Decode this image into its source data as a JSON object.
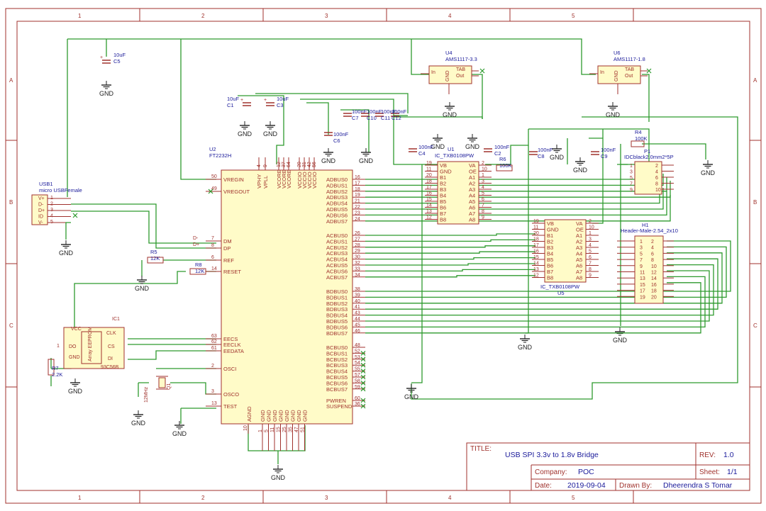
{
  "frame": {
    "columns": [
      "1",
      "2",
      "3",
      "4",
      "5"
    ],
    "rows": [
      "A",
      "B",
      "C"
    ]
  },
  "title_block": {
    "title_label": "TITLE:",
    "title": "USB SPI 3.3v to 1.8v Bridge",
    "rev_label": "REV:",
    "rev": "1.0",
    "company_label": "Company:",
    "company": "POC",
    "sheet_label": "Sheet:",
    "sheet": "1/1",
    "date_label": "Date:",
    "date": "2019-09-04",
    "drawn_label": "Drawn By:",
    "drawn_by": "Dheerendra S Tomar"
  },
  "parts": {
    "c5": {
      "name": "C5",
      "value": "10uF"
    },
    "c1": {
      "name": "C1",
      "value": "10uF"
    },
    "c3": {
      "name": "C3",
      "value": "10uF"
    },
    "c6": {
      "name": "C6",
      "value": "100nF"
    },
    "c7": {
      "name": "C7",
      "value": "100nF"
    },
    "c10": {
      "name": "C10",
      "value": "100nF"
    },
    "c11": {
      "name": "C11",
      "value": "100nF"
    },
    "c12": {
      "name": "C12",
      "value": "100nF"
    },
    "c4": {
      "name": "C4",
      "value": "100nF"
    },
    "c2": {
      "name": "C2",
      "value": "100nF"
    },
    "c8": {
      "name": "C8",
      "value": "100nF"
    },
    "c9": {
      "name": "C9",
      "value": "100nF"
    },
    "u4": {
      "name": "U4",
      "value": "AMS1117-3.3"
    },
    "u6": {
      "name": "U6",
      "value": "AMS1117-1.8"
    },
    "u2": {
      "name": "U2",
      "value": "FT2232H"
    },
    "u1": {
      "name": "U1",
      "value": "IC_TXB0108PW"
    },
    "u5": {
      "name": "U5",
      "value": "IC_TXB0108PW"
    },
    "r4": {
      "name": "R4",
      "value": "100K"
    },
    "r5": {
      "name": "R5",
      "value": "12K"
    },
    "r6": {
      "name": "R6",
      "value": "100K"
    },
    "r7": {
      "name": "R7",
      "value": "2.2K"
    },
    "r8": {
      "name": "R8",
      "value": "12K"
    },
    "p1": {
      "name": "P1",
      "value": "IDCblack2.0mm2*5P"
    },
    "h1": {
      "name": "H1",
      "value": "Header-Male-2.54_2x10"
    },
    "usb1": {
      "name": "USB1",
      "value": "micro USBFemale"
    },
    "ic1": {
      "name": "IC1",
      "value": "93C56B"
    },
    "q1": {
      "name": "Q1",
      "value": "12MHz"
    }
  },
  "regulator": {
    "pins": {
      "in": "In",
      "tab": "TAB",
      "out": "Out",
      "gnd": "GND"
    }
  },
  "usb_pins": [
    "V+",
    "D-",
    "D+",
    "ID",
    "V-"
  ],
  "gnd_label": "GND",
  "ft2232": {
    "left_pins": [
      {
        "num": "50",
        "name": "VREGIN"
      },
      {
        "num": "49",
        "name": "VREGOUT"
      },
      {
        "num": "7",
        "name": "DM"
      },
      {
        "num": "8",
        "name": "DP"
      },
      {
        "num": "6",
        "name": "REF"
      },
      {
        "num": "14",
        "name": "RESET"
      },
      {
        "num": "63",
        "name": "EECS"
      },
      {
        "num": "62",
        "name": "EECLK"
      },
      {
        "num": "61",
        "name": "EEDATA"
      },
      {
        "num": "2",
        "name": "OSCI"
      },
      {
        "num": "3",
        "name": "OSCO"
      },
      {
        "num": "13",
        "name": "TEST"
      }
    ],
    "top_pins": [
      {
        "num": "4",
        "name": "VPHY"
      },
      {
        "num": "9",
        "name": "VPLL"
      },
      {
        "num": "12",
        "name": "VCORE"
      },
      {
        "num": "37",
        "name": "VCORE"
      },
      {
        "num": "64",
        "name": "VCORE"
      },
      {
        "num": "20",
        "name": "VCCIO"
      },
      {
        "num": "31",
        "name": "VCCIO"
      },
      {
        "num": "42",
        "name": "VCCIO"
      },
      {
        "num": "56",
        "name": "VCCIO"
      }
    ],
    "right_pins": [
      {
        "num": "16",
        "name": "ADBUS0"
      },
      {
        "num": "17",
        "name": "ADBUS1"
      },
      {
        "num": "18",
        "name": "ADBUS2"
      },
      {
        "num": "19",
        "name": "ADBUS3"
      },
      {
        "num": "21",
        "name": "ADBUS4"
      },
      {
        "num": "22",
        "name": "ADBUS5"
      },
      {
        "num": "23",
        "name": "ADBUS6"
      },
      {
        "num": "24",
        "name": "ADBUS7"
      },
      {
        "num": "26",
        "name": "ACBUS0"
      },
      {
        "num": "27",
        "name": "ACBUS1"
      },
      {
        "num": "28",
        "name": "ACBUS2"
      },
      {
        "num": "29",
        "name": "ACBUS3"
      },
      {
        "num": "30",
        "name": "ACBUS4"
      },
      {
        "num": "32",
        "name": "ACBUS5"
      },
      {
        "num": "33",
        "name": "ACBUS6"
      },
      {
        "num": "34",
        "name": "ACBUS7"
      },
      {
        "num": "38",
        "name": "BDBUS0"
      },
      {
        "num": "39",
        "name": "BDBUS1"
      },
      {
        "num": "40",
        "name": "BDBUS2"
      },
      {
        "num": "41",
        "name": "BDBUS3"
      },
      {
        "num": "43",
        "name": "BDBUS4"
      },
      {
        "num": "44",
        "name": "BDBUS5"
      },
      {
        "num": "45",
        "name": "BDBUS6"
      },
      {
        "num": "46",
        "name": "BDBUS7"
      },
      {
        "num": "48",
        "name": "BCBUS0"
      },
      {
        "num": "52",
        "name": "BCBUS1"
      },
      {
        "num": "53",
        "name": "BCBUS2"
      },
      {
        "num": "54",
        "name": "BCBUS3"
      },
      {
        "num": "55",
        "name": "BCBUS4"
      },
      {
        "num": "57",
        "name": "BCBUS5"
      },
      {
        "num": "58",
        "name": "BCBUS6"
      },
      {
        "num": "59",
        "name": "BCBUS7"
      },
      {
        "num": "60",
        "name": "PWREN"
      },
      {
        "num": "36",
        "name": "SUSPEND"
      }
    ],
    "bottom_agnd": {
      "num": "10",
      "name": "AGND"
    },
    "bottom_gnd": [
      {
        "num": "1",
        "name": "GND"
      },
      {
        "num": "5",
        "name": "GND"
      },
      {
        "num": "11",
        "name": "GND"
      },
      {
        "num": "15",
        "name": "GND"
      },
      {
        "num": "25",
        "name": "GND"
      },
      {
        "num": "35",
        "name": "GND"
      },
      {
        "num": "47",
        "name": "GND"
      },
      {
        "num": "51",
        "name": "GND"
      }
    ]
  },
  "txb": {
    "left_pins": [
      {
        "num": "19",
        "name": "VB"
      },
      {
        "num": "11",
        "name": "GND"
      },
      {
        "num": "20",
        "name": "B1"
      },
      {
        "num": "18",
        "name": "B2"
      },
      {
        "num": "17",
        "name": "B3"
      },
      {
        "num": "16",
        "name": "B4"
      },
      {
        "num": "15",
        "name": "B5"
      },
      {
        "num": "14",
        "name": "B6"
      },
      {
        "num": "13",
        "name": "B7"
      },
      {
        "num": "12",
        "name": "B8"
      }
    ],
    "right_pins": [
      {
        "num": "2",
        "name": "VA"
      },
      {
        "num": "10",
        "name": "OE"
      },
      {
        "num": "1",
        "name": "A1"
      },
      {
        "num": "3",
        "name": "A2"
      },
      {
        "num": "4",
        "name": "A3"
      },
      {
        "num": "5",
        "name": "A4"
      },
      {
        "num": "6",
        "name": "A5"
      },
      {
        "num": "7",
        "name": "A6"
      },
      {
        "num": "8",
        "name": "A7"
      },
      {
        "num": "9",
        "name": "A8"
      }
    ]
  },
  "p1_pins": [
    [
      "1",
      "2"
    ],
    [
      "3",
      "4"
    ],
    [
      "5",
      "6"
    ],
    [
      "7",
      "8"
    ],
    [
      "9",
      "10"
    ]
  ],
  "h1_pins": [
    [
      "1",
      "2"
    ],
    [
      "3",
      "4"
    ],
    [
      "5",
      "6"
    ],
    [
      "7",
      "8"
    ],
    [
      "9",
      "10"
    ],
    [
      "11",
      "12"
    ],
    [
      "13",
      "14"
    ],
    [
      "15",
      "16"
    ],
    [
      "17",
      "18"
    ],
    [
      "19",
      "20"
    ]
  ],
  "ic1_pins": {
    "vcc": "VCC",
    "clk": "CLK",
    "cs": "CS",
    "di": "DI",
    "do": "DO",
    "gnd": "GND",
    "part": "Array EEPROM"
  },
  "net_labels": {
    "dm": "D-",
    "dp": "D+"
  }
}
